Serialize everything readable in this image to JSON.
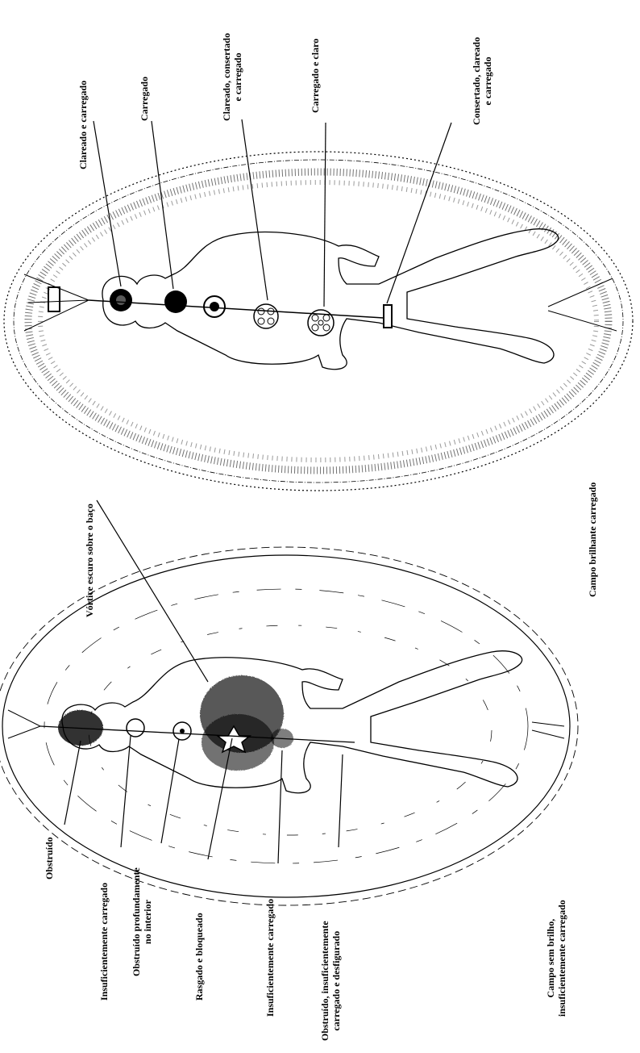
{
  "labels": {
    "clareado_carregado": "Clareado e carregado",
    "carregado": "Carregado",
    "clareado_consertado_l1": "Clareado, consertado",
    "clareado_consertado_l2": "e carregado",
    "carregado_claro": "Carregado e claro",
    "consertado_l1": "Consertado, clareado",
    "consertado_l2": "e carregado",
    "vortice": "Vórtice escuro sobre o baço",
    "campo_brilhante": "Campo brilhante carregado",
    "obstruido": "Obstruído",
    "insuf_carregado_1": "Insuficientemente carregado",
    "obstruido_prof_l1": "Obstruído profundamente",
    "obstruido_prof_l2": "no interior",
    "rasgado": "Rasgado e bloqueado",
    "insuf_carregado_2": "Insuficientemente carregado",
    "obstruido_insuf_l1": "Obstruído, insuficientemente",
    "obstruido_insuf_l2": "carregado e desfigurado",
    "campo_sem_brilho_l1": "Campo sem brilho,",
    "campo_sem_brilho_l2": "insuficientemente carregado"
  },
  "colors": {
    "ink": "#000000",
    "paper": "#ffffff"
  }
}
